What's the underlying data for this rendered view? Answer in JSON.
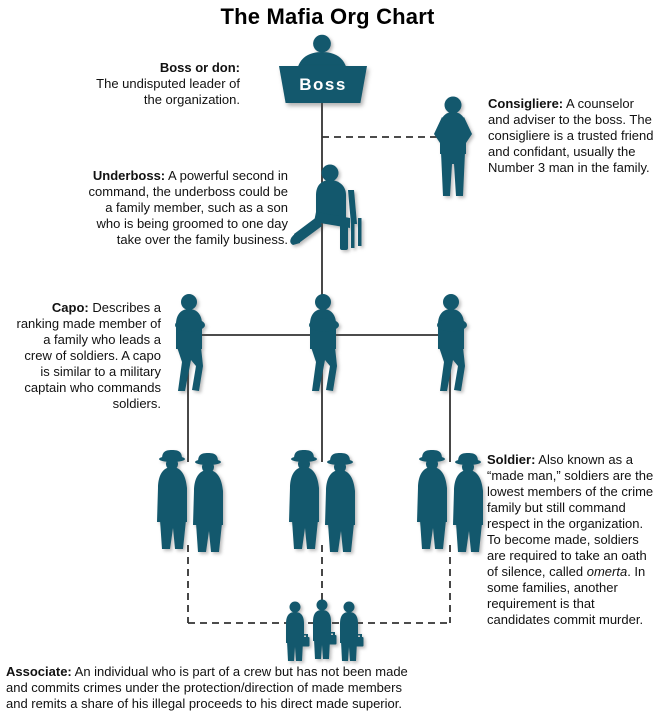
{
  "title": "The Mafia Org Chart",
  "boss_box": {
    "label": "Boss"
  },
  "colors": {
    "figure": "#13586d",
    "boss-box": "#13586d",
    "boss-label": "#ffffff",
    "line": "#333333",
    "text": "#111111",
    "title": "#000000"
  },
  "figures": {
    "boss": "boss-bust-silhouette",
    "consigliere": "standing-man-silhouette",
    "underboss": "seated-man-silhouette",
    "capos": "standing-capo-silhouette",
    "soldiers": "two-men-with-fedoras-silhouette",
    "associates": "three-men-with-briefcases-silhouette"
  },
  "notes": {
    "boss": {
      "term": "Boss or don:",
      "rest": "The undisputed leader of the organization."
    },
    "consigliere": {
      "term": "Consigliere:",
      "rest": " A counselor and adviser to the boss. The consigliere is a trusted friend and confidant, usually the Number 3 man in the family."
    },
    "underboss": {
      "term": "Underboss:",
      "rest": " A powerful second in command, the underboss could be a family member, such as a son who is being groomed to one day take over the family business."
    },
    "capo": {
      "term": "Capo:",
      "rest": " Describes a ranking made member of a family who leads a crew of soldiers. A capo is similar to a military captain who commands soldiers."
    },
    "soldier": {
      "term": "Soldier:",
      "before_italic": " Also known as a “made man,” soldiers are the lowest members of the crime family but still command respect in the organization. To become made, soldiers are required to take an oath of silence, called ",
      "italic_word": "omerta",
      "after_italic": ". In some families, another requirement is that candidates commit murder."
    },
    "associate": {
      "term": "Associate:",
      "rest": " An individual who is part of a crew but has not been made and commits crimes under the protection/direction of made members and remits a share of his illegal proceeds to his direct made superior."
    }
  }
}
